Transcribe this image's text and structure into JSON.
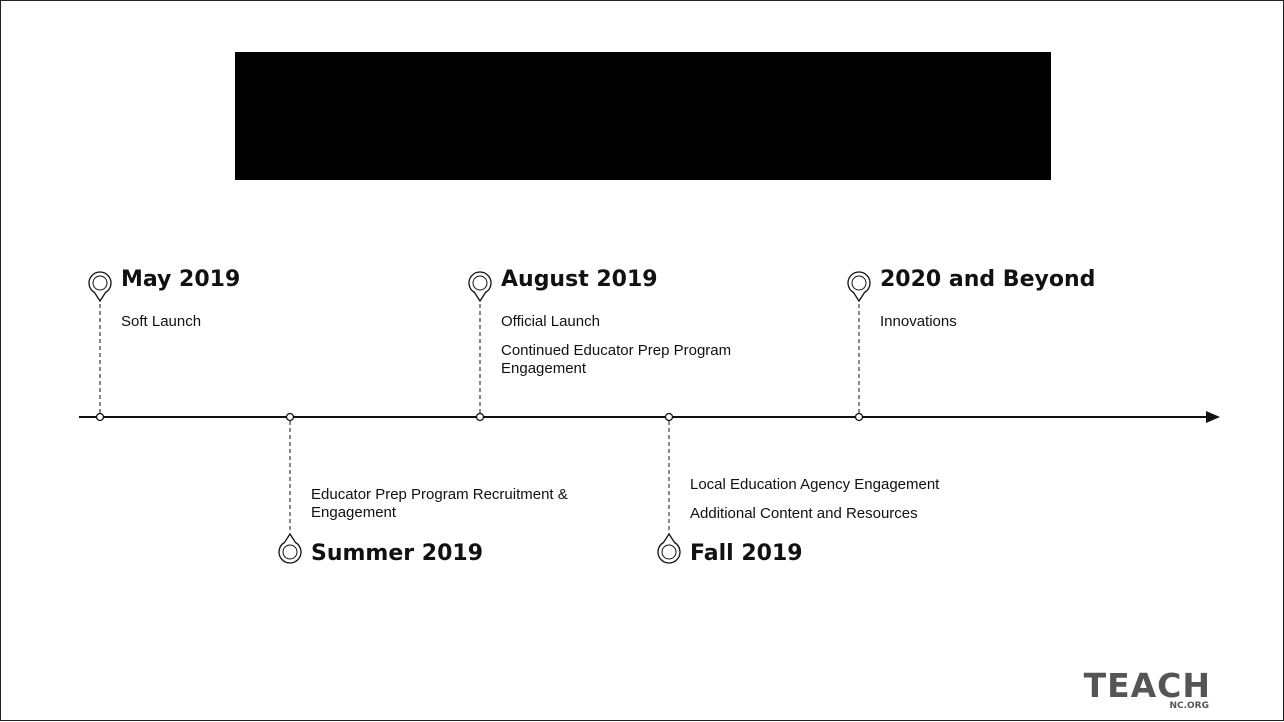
{
  "title_block": "",
  "milestones": [
    {
      "title": "May 2019",
      "items": [
        "Soft Launch"
      ]
    },
    {
      "title": "Summer 2019",
      "items": [
        "Educator Prep Program Recruitment & Engagement"
      ]
    },
    {
      "title": "August 2019",
      "items": [
        "Official Launch",
        "Continued Educator Prep Program Engagement"
      ]
    },
    {
      "title": "Fall 2019",
      "items": [
        "Local Education Agency Engagement",
        "Additional Content and Resources"
      ]
    },
    {
      "title": "2020 and Beyond",
      "items": [
        "Innovations"
      ]
    }
  ],
  "logo": {
    "main": "TEACH",
    "sub": "NC.ORG"
  },
  "colors": {
    "line": "#111111",
    "title_block": "#000000",
    "logo": "#555555"
  },
  "icons": {
    "milestone_marker": "map-pin-icon",
    "axis_end": "arrow-right-icon"
  }
}
